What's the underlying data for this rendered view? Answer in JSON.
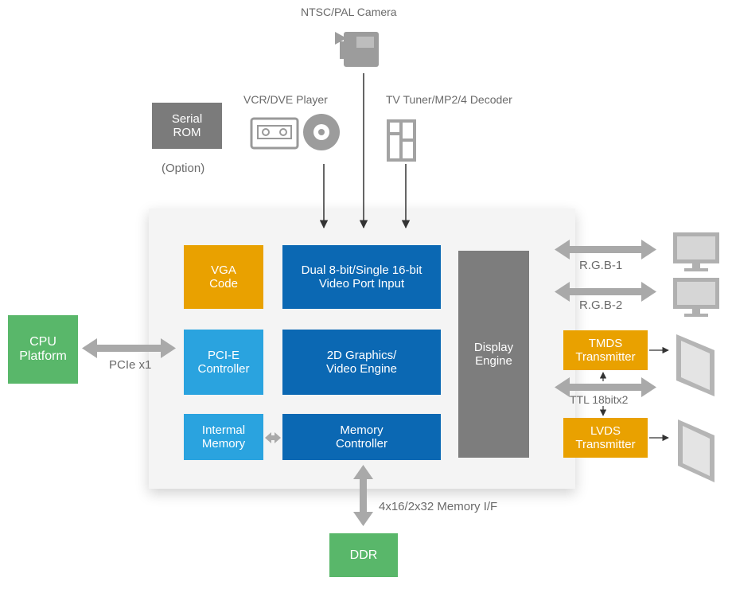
{
  "diagram": {
    "sources": {
      "camera_label": "NTSC/PAL Camera",
      "vcr_label": "VCR/DVE Player",
      "tuner_label": "TV Tuner/MP2/4 Decoder"
    },
    "serial_rom": {
      "label": "Serial\nROM",
      "option": "(Option)"
    },
    "chip_blocks": {
      "vga": "VGA\nCode",
      "video_port": "Dual 8-bit/Single 16-bit\nVideo Port Input",
      "pcie_ctrl": "PCI-E\nController",
      "graphics": "2D Graphics/\nVideo Engine",
      "internal_memory": "Intermal\nMemory",
      "memory_ctrl": "Memory\nController",
      "display_engine": "Display\nEngine"
    },
    "cpu": {
      "label": "CPU\nPlatform",
      "bus_label": "PCIe x1"
    },
    "memory_bus_label": "4x16/2x32 Memory I/F",
    "ddr_label": "DDR",
    "outputs": {
      "rgb1": "R.G.B-1",
      "rgb2": "R.G.B-2",
      "tmds": "TMDS\nTransmitter",
      "ttl": "TTL 18bitx2",
      "lvds": "LVDS\nTransmitter"
    },
    "colors": {
      "orange": "#e9a100",
      "blue": "#0b68b3",
      "light_blue": "#2aa3df",
      "green": "#59b76a",
      "gray": "#7d7d7d",
      "arrow_gray": "#a9a9a9"
    }
  }
}
